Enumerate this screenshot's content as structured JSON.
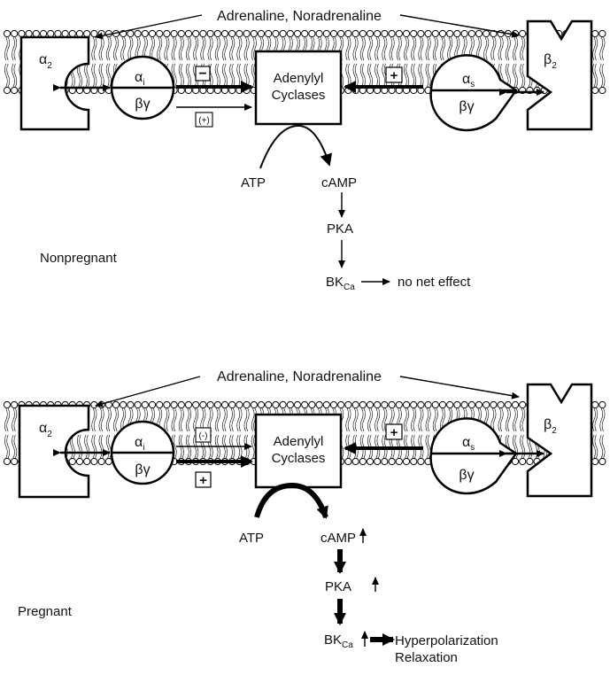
{
  "top": {
    "agonists": "Adrenaline, Noradrenaline",
    "receptor_left": "α",
    "receptor_left_sub": "2",
    "receptor_right": "β",
    "receptor_right_sub": "2",
    "gi_alpha": "α",
    "gi_alpha_sub": "i",
    "gi_beta_gamma": "βγ",
    "gs_alpha": "α",
    "gs_alpha_sub": "s",
    "gs_beta_gamma": "βγ",
    "enzyme_line1": "Adenylyl",
    "enzyme_line2": "Cyclases",
    "sign_inhibit": "−",
    "sign_stim_small": "(+)",
    "sign_stim": "+",
    "atp": "ATP",
    "camp": "cAMP",
    "pka": "PKA",
    "bk": "BK",
    "bk_sub": "Ca",
    "outcome": "no net effect",
    "state": "Nonpregnant"
  },
  "bottom": {
    "agonists": "Adrenaline, Noradrenaline",
    "receptor_left": "α",
    "receptor_left_sub": "2",
    "receptor_right": "β",
    "receptor_right_sub": "2",
    "gi_alpha": "α",
    "gi_alpha_sub": "i",
    "gi_beta_gamma": "βγ",
    "gs_alpha": "α",
    "gs_alpha_sub": "s",
    "gs_beta_gamma": "βγ",
    "enzyme_line1": "Adenylyl",
    "enzyme_line2": "Cyclases",
    "sign_inhibit_small": "(-)",
    "sign_stim_bi": "+",
    "sign_stim": "+",
    "atp": "ATP",
    "camp": "cAMP",
    "pka": "PKA",
    "bk": "BK",
    "bk_sub": "Ca",
    "outcome_line1": "Hyperpolarization",
    "outcome_line2": "Relaxation",
    "state": "Pregnant"
  }
}
